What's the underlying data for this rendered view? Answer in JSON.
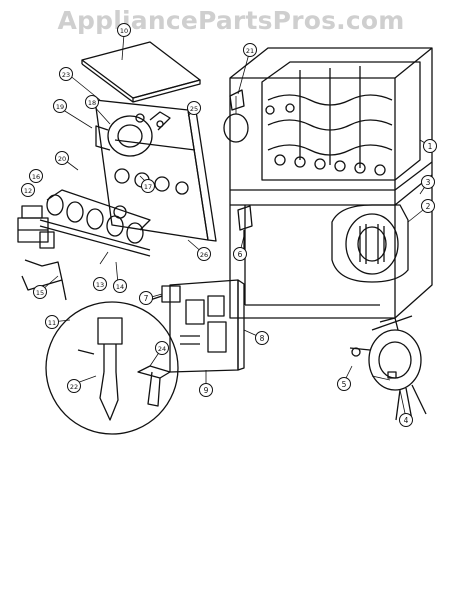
{
  "watermark": "AppliancePartsPros.com",
  "callouts": [
    {
      "id": "c-4",
      "label": "4"
    },
    {
      "id": "c-8",
      "label": "8"
    },
    {
      "id": "c-9",
      "label": "9"
    },
    {
      "id": "c-7",
      "label": "7"
    },
    {
      "id": "c-6",
      "label": "6"
    },
    {
      "id": "c-1",
      "label": "1"
    },
    {
      "id": "c-5",
      "label": "5"
    },
    {
      "id": "c-17",
      "label": "17"
    },
    {
      "id": "c-18",
      "label": "18"
    },
    {
      "id": "c-19",
      "label": "19"
    },
    {
      "id": "c-20",
      "label": "20"
    },
    {
      "id": "c-21",
      "label": "21"
    },
    {
      "id": "c-22",
      "label": "22"
    },
    {
      "id": "c-23",
      "label": "23"
    },
    {
      "id": "c-24",
      "label": "24"
    },
    {
      "id": "c-25",
      "label": "25"
    },
    {
      "id": "c-26",
      "label": "26"
    },
    {
      "id": "c-11",
      "label": "11"
    },
    {
      "id": "c-12",
      "label": "12"
    },
    {
      "id": "c-13",
      "label": "13"
    },
    {
      "id": "c-14",
      "label": "14"
    },
    {
      "id": "c-15",
      "label": "15"
    },
    {
      "id": "c-16",
      "label": "16"
    },
    {
      "id": "c-10",
      "label": "10"
    },
    {
      "id": "c-2",
      "label": "2"
    },
    {
      "id": "c-3",
      "label": "3"
    }
  ]
}
